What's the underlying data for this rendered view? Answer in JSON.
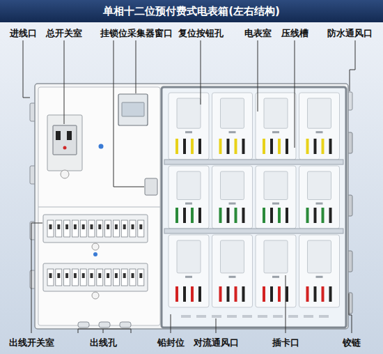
{
  "diagram": {
    "title": "单相十二位预付费式电表箱(左右结构)",
    "labels": [
      "进线口",
      "总开关室",
      "挂锁位",
      "采集器窗口",
      "复位按钮孔",
      "电表室",
      "压线槽",
      "防水通风口",
      "出线开关室",
      "出线孔",
      "铅封位",
      "对流通风口",
      "插卡口",
      "铰链"
    ]
  }
}
